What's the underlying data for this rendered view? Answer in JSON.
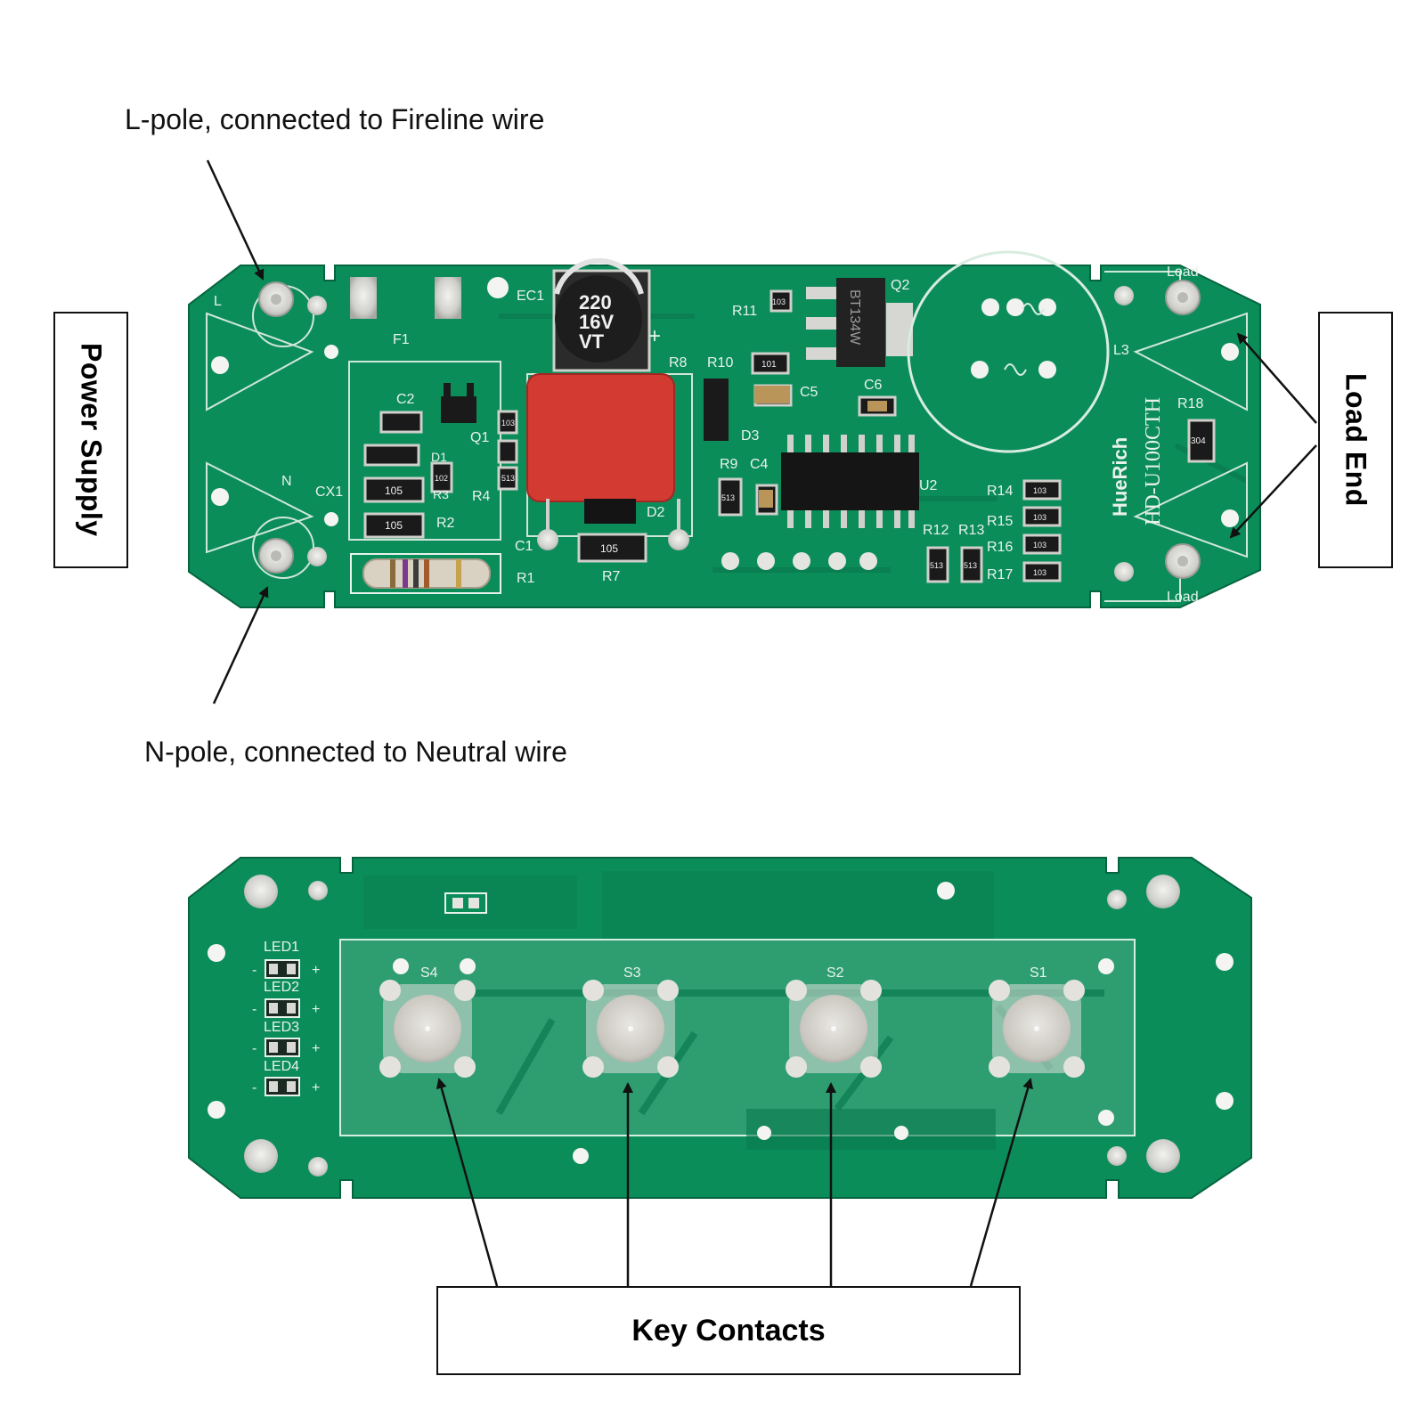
{
  "annotations": {
    "l_pole": "L-pole, connected to Fireline wire",
    "n_pole": "N-pole, connected to Neutral wire",
    "power_supply": "Power Supply",
    "load_end": "Load End",
    "key_contacts": "Key Contacts"
  },
  "front_board": {
    "silkscreen": {
      "l": "L",
      "n": "N",
      "f1": "F1",
      "ec1": "EC1",
      "cx1": "CX1",
      "c1": "C1",
      "c2": "C2",
      "c4": "C4",
      "c5": "C5",
      "c6": "C6",
      "q1": "Q1",
      "q2": "Q2",
      "d1": "D1",
      "d2": "D2",
      "d3": "D3",
      "r1": "R1",
      "r2": "R2",
      "r3": "R3",
      "r4": "R4",
      "r7": "R7",
      "r8": "R8",
      "r9": "R9",
      "r10": "R10",
      "r11": "R11",
      "r12": "R12",
      "r13": "R13",
      "r14": "R14",
      "r15": "R15",
      "r16": "R16",
      "r17": "R17",
      "r18": "R18",
      "u2": "U2",
      "l3": "L3",
      "load_top": "Load",
      "load_bottom": "Load",
      "brand": "HueRich",
      "model": "HD-U100CTH"
    },
    "markings": {
      "capacitor_value": "220",
      "capacitor_voltage": "16V",
      "capacitor_series": "VT",
      "capacitor_plus": "+",
      "triac": "BT134W",
      "res_105_a": "105",
      "res_105_b": "105",
      "res_105_c": "105",
      "res_101": "101",
      "res_103_a": "103",
      "res_103_b": "103",
      "res_103_c": "103",
      "res_103_d": "103",
      "res_103_e": "103",
      "res_103_f": "103",
      "res_102": "102",
      "res_513_a": "513",
      "res_513_b": "513",
      "res_513_c": "513",
      "res_513_d": "513",
      "res_304": "304"
    }
  },
  "back_board": {
    "silkscreen": {
      "led1": "LED1",
      "led2": "LED2",
      "led3": "LED3",
      "led4": "LED4",
      "plus": "+",
      "minus": "-",
      "s1": "S1",
      "s2": "S2",
      "s3": "S3",
      "s4": "S4"
    }
  },
  "colors": {
    "pcb_green": "#0b8d5a",
    "pcb_dark": "#07744a",
    "silk": "#e8f2ec",
    "pad_metal": "#d9d9d6",
    "film_cap_red": "#d23a32",
    "ink": "#111111"
  }
}
